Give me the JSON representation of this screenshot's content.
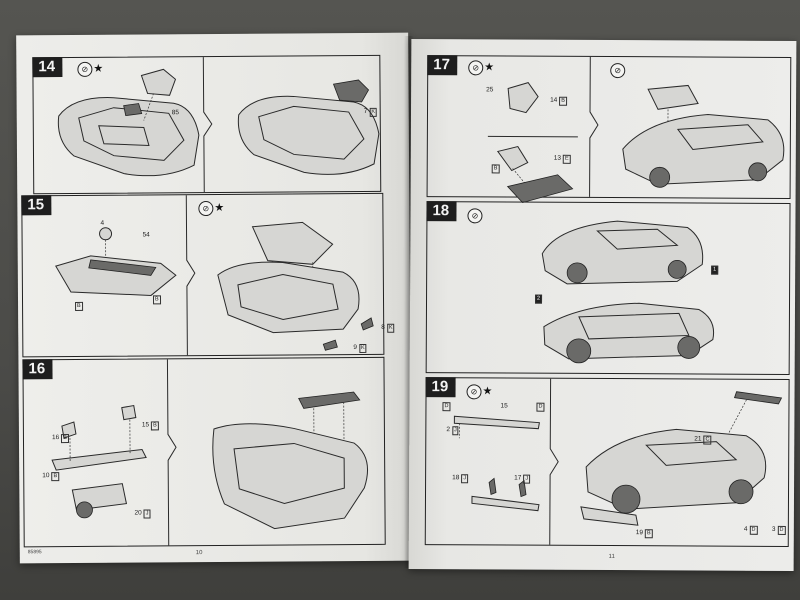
{
  "left_page": {
    "page_number": "10",
    "corner_code": "85895",
    "steps": [
      {
        "number": "14",
        "symbol": "glue",
        "labels": [
          {
            "n": "85"
          },
          {
            "n": "7",
            "box": "K"
          }
        ]
      },
      {
        "number": "15",
        "symbol": "glue",
        "labels": [
          {
            "n": "4"
          },
          {
            "n": "54"
          },
          {
            "n": "",
            "box": "B"
          },
          {
            "n": "",
            "box": "B"
          },
          {
            "n": "8",
            "box": "K"
          },
          {
            "n": "9",
            "box": "K"
          }
        ]
      },
      {
        "number": "16",
        "symbol": "",
        "labels": [
          {
            "n": "16",
            "box": "B"
          },
          {
            "n": "15",
            "box": "B"
          },
          {
            "n": "10",
            "box": "B"
          },
          {
            "n": "20",
            "box": "J"
          }
        ]
      }
    ]
  },
  "right_page": {
    "page_number": "11",
    "steps": [
      {
        "number": "17",
        "symbol": "glue",
        "labels": [
          {
            "n": "25"
          },
          {
            "n": "14",
            "box": "B"
          },
          {
            "n": "",
            "box": "B"
          },
          {
            "n": "13",
            "box": "E"
          }
        ]
      },
      {
        "number": "18",
        "symbol": "no-glue",
        "labels": [
          {
            "n": "",
            "box": "1"
          },
          {
            "n": "",
            "box": "2"
          }
        ]
      },
      {
        "number": "19",
        "symbol": "glue",
        "labels": [
          {
            "n": "",
            "box": "D"
          },
          {
            "n": "15"
          },
          {
            "n": "",
            "box": "D"
          },
          {
            "n": "2",
            "box": "J"
          },
          {
            "n": "18",
            "box": "J"
          },
          {
            "n": "17",
            "box": "J"
          },
          {
            "n": "21",
            "box": "C"
          },
          {
            "n": "19",
            "box": "B"
          },
          {
            "n": "4",
            "box": "D"
          },
          {
            "n": "3",
            "box": "D"
          }
        ]
      }
    ]
  },
  "colors": {
    "paper": "#ececea",
    "ink": "#222222",
    "background": "#4b4b48"
  }
}
